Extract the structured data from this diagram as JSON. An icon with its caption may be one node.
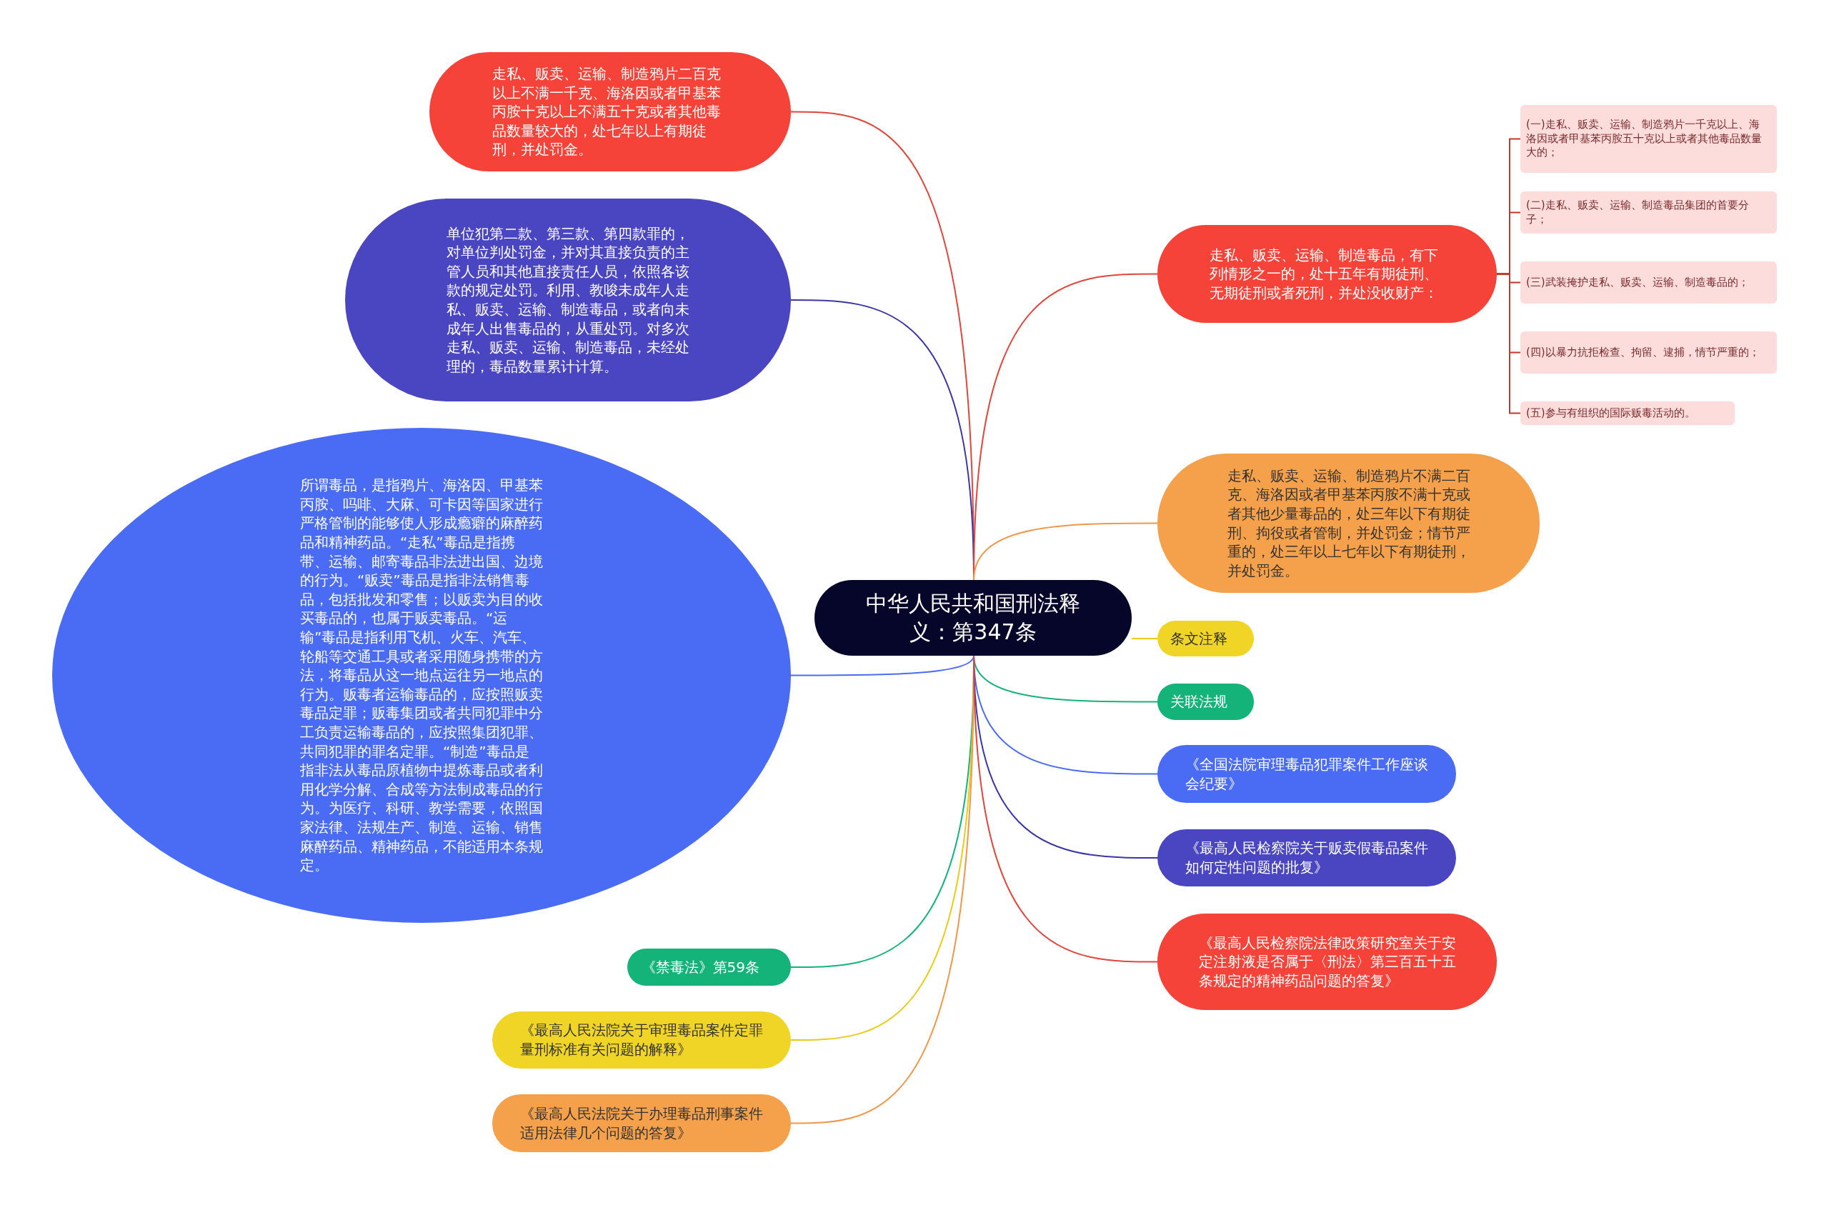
{
  "diagram": {
    "nodes": [
      {
        "text": [
          "中华人民共和国刑法释义：第347条"
        ]
      },
      {
        "text": [
          "走私、贩卖、运输、制造鸦片二百克以上不满一千克、海洛因或者甲基苯丙胺十克以上不满五十克或者其他毒品数量较大的，处七年以上有期徒刑，并处罚金。"
        ]
      },
      {
        "text": [
          "单位犯第二款、第三款、第四款罪的，对单位判处罚金，并对其直接负责的主管人员和其他直接责任人员，依照各该款的规定处罚。利用、教唆未成年人走私、贩卖、运输、制造毒品，或者向未成年人出售毒品的，从重处罚。对多次走私、贩卖、运输、制造毒品，未经处理的，毒品数量累计计算。"
        ]
      },
      {
        "text": [
          "所谓毒品，是指鸦片、海洛因、甲基苯丙胺、吗啡、大麻、可卡因等国家进行严格管制的能够使人形成瘾癖的麻醉药品和精神药品。“走私”毒品是指携带、运输、邮寄毒品非法进出国、边境的行为。“贩卖”毒品是指非法销售毒品，包括批发和零售；以贩卖为目的收买毒品的，也属于贩卖毒品。“运输”毒品是指利用飞机、火车、汽车、轮船等交通工具或者采用随身携带的方法，将毒品从这一地点运往另一地点的行为。贩毒者运输毒品的，应按照贩卖毒品定罪；贩毒集团或者共同犯罪中分工负责运输毒品的，应按照集团犯罪、共同犯罪的罪名定罪。“制造”毒品是指非法从毒品原植物中提炼毒品或者利用化学分解、合成等方法制成毒品的行为。为医疗、科研、教学需要，依照国家法律、法规生产、制造、运输、销售麻醉药品、精神药品，不能适用本条规定。"
        ]
      },
      {
        "text": [
          "《禁毒法》第59条"
        ]
      },
      {
        "text": [
          "《最高人民法院关于审理毒品案件定罪量刑标准有关问题的解释》"
        ]
      },
      {
        "text": [
          "《最高人民法院关于办理毒品刑事案件适用法律几个问题的答复》"
        ]
      },
      {
        "text": [
          "走私、贩卖、运输、制造毒品，有下列情形之一的，处十五年有期徒刑、无期徒刑或者死刑，并处没收财产："
        ]
      },
      {
        "text": [
          "(一)走私、贩卖、运输、制造鸦片一千克以上、海洛因或者甲基苯丙胺五十克以上或者其他毒品数量大的；"
        ]
      },
      {
        "text": [
          "(二)走私、贩卖、运输、制造毒品集团的首要分子；"
        ]
      },
      {
        "text": [
          "(三)武装掩护走私、贩卖、运输、制造毒品的；"
        ]
      },
      {
        "text": [
          "(四)以暴力抗拒检查、拘留、逮捕，情节严重的；"
        ]
      },
      {
        "text": [
          "(五)参与有组织的国际贩毒活动的。"
        ]
      },
      {
        "text": [
          "走私、贩卖、运输、制造鸦片不满二百克、海洛因或者甲基苯丙胺不满十克或者其他少量毒品的，处三年以下有期徒刑、拘役或者管制，并处罚金；情节严重的，处三年以上七年以下有期徒刑，并处罚金。"
        ]
      },
      {
        "text": [
          "条文注释"
        ]
      },
      {
        "text": [
          "关联法规"
        ]
      },
      {
        "text": [
          "《全国法院审理毒品犯罪案件工作座谈会纪要》"
        ]
      },
      {
        "text": [
          "《最高人民检察院关于贩卖假毒品案件如何定性问题的批复》"
        ]
      },
      {
        "text": [
          "《最高人民检察院法律政策研究室关于安定注射液是否属于〈刑法〉第三百五十五条规定的精神药品问题的答复》"
        ]
      }
    ],
    "edges": [
      {
        "from": 0,
        "to": 1,
        "arrow": "none",
        "color": "#e0463c"
      },
      {
        "from": 0,
        "to": 2,
        "arrow": "none",
        "color": "#3b37a8"
      },
      {
        "from": 0,
        "to": 3,
        "arrow": "none",
        "color": "#4a6cf5"
      },
      {
        "from": 0,
        "to": 4,
        "arrow": "none",
        "color": "#14b37a"
      },
      {
        "from": 0,
        "to": 5,
        "arrow": "none",
        "color": "#e8cc1c"
      },
      {
        "from": 0,
        "to": 6,
        "arrow": "none",
        "color": "#f0974a"
      },
      {
        "from": 0,
        "to": 7,
        "arrow": "none",
        "color": "#e0463c"
      },
      {
        "from": 7,
        "to": 8,
        "arrow": "none",
        "color": "#c0392b"
      },
      {
        "from": 7,
        "to": 9,
        "arrow": "none",
        "color": "#c0392b"
      },
      {
        "from": 7,
        "to": 10,
        "arrow": "none",
        "color": "#c0392b"
      },
      {
        "from": 7,
        "to": 11,
        "arrow": "none",
        "color": "#c0392b"
      },
      {
        "from": 7,
        "to": 12,
        "arrow": "none",
        "color": "#c0392b"
      },
      {
        "from": 0,
        "to": 13,
        "arrow": "none",
        "color": "#f0974a"
      },
      {
        "from": 0,
        "to": 14,
        "arrow": "none",
        "color": "#e8cc1c"
      },
      {
        "from": 0,
        "to": 15,
        "arrow": "none",
        "color": "#14b37a"
      },
      {
        "from": 0,
        "to": 16,
        "arrow": "none",
        "color": "#4a6cf5"
      },
      {
        "from": 0,
        "to": 17,
        "arrow": "none",
        "color": "#3b37a8"
      },
      {
        "from": 0,
        "to": 18,
        "arrow": "none",
        "color": "#e0463c"
      }
    ]
  }
}
